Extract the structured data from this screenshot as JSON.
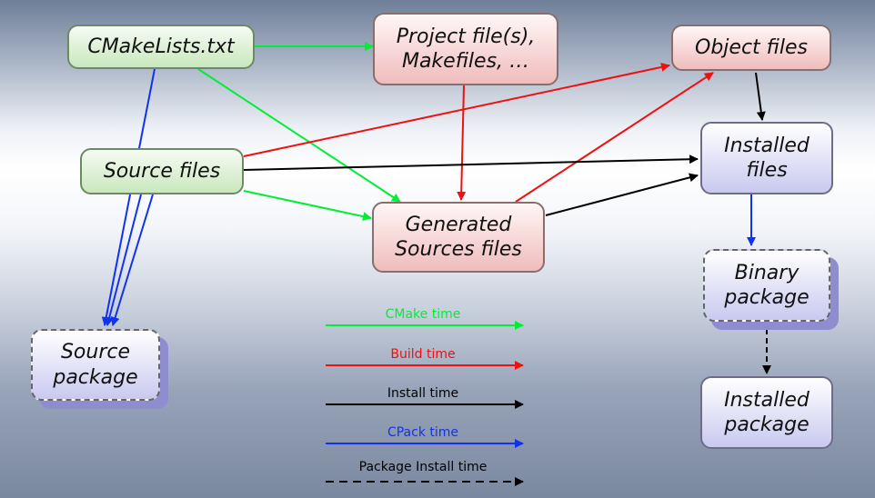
{
  "nodes": {
    "cmakelists": {
      "label": "CMakeLists.txt"
    },
    "project_files": {
      "lines": [
        "Project file(s),",
        "Makefiles, …"
      ]
    },
    "object_files": {
      "label": "Object files"
    },
    "source_files": {
      "label": "Source files"
    },
    "installed_files": {
      "lines": [
        "Installed",
        "files"
      ]
    },
    "generated_sources": {
      "lines": [
        "Generated",
        "Sources files"
      ]
    },
    "binary_package": {
      "lines": [
        "Binary",
        "package"
      ]
    },
    "source_package": {
      "lines": [
        "Source",
        "package"
      ]
    },
    "installed_package": {
      "lines": [
        "Installed",
        "package"
      ]
    }
  },
  "legend": [
    {
      "label": "CMake time",
      "color": "#00ee33",
      "dashed": false
    },
    {
      "label": "Build time",
      "color": "#ee1111",
      "dashed": false
    },
    {
      "label": "Install time",
      "color": "#000000",
      "dashed": false
    },
    {
      "label": "CPack time",
      "color": "#1133ee",
      "dashed": false
    },
    {
      "label": "Package Install time",
      "color": "#000000",
      "dashed": true
    }
  ],
  "colors": {
    "cmake": "#00ee33",
    "build": "#ee1111",
    "install": "#000000",
    "cpack": "#1133ee"
  }
}
